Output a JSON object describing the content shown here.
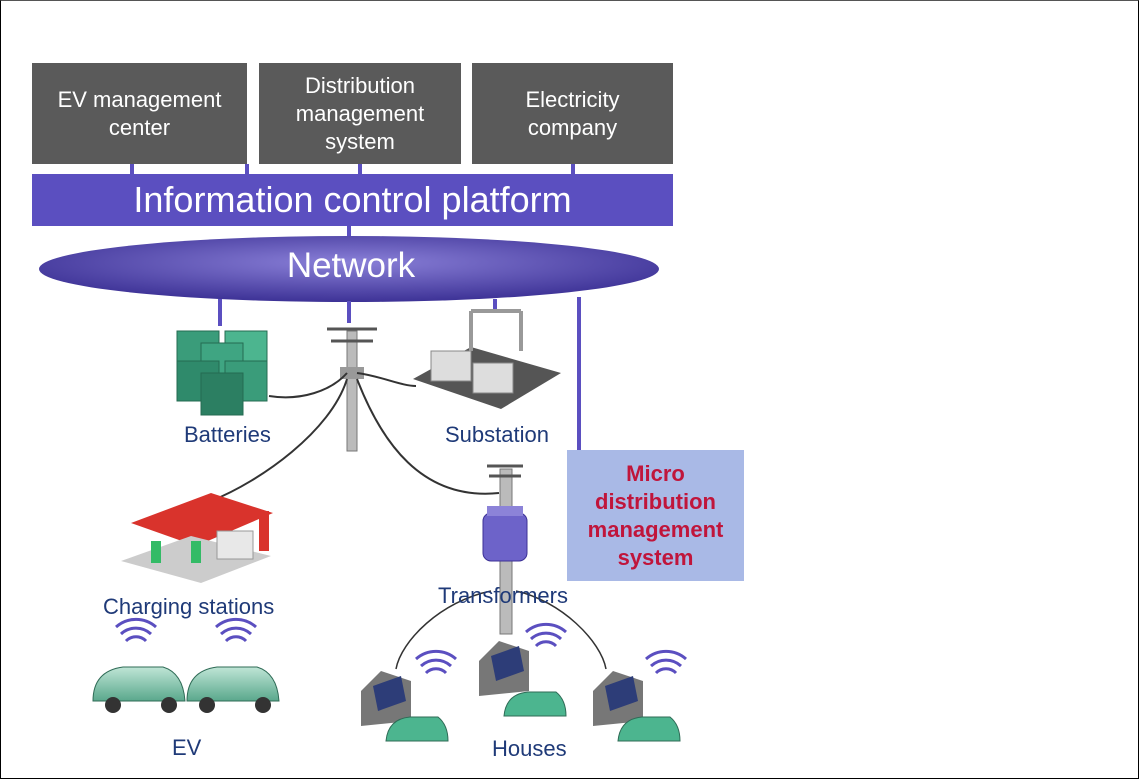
{
  "top_boxes": {
    "ev_center": "EV management center",
    "distribution": "Distribution management system",
    "electricity": "Electricity company"
  },
  "platform": "Information control platform",
  "network": "Network",
  "labels": {
    "batteries": "Batteries",
    "substation": "Substation",
    "charging_stations": "Charging stations",
    "transformers": "Transformers",
    "ev": "EV",
    "houses": "Houses"
  },
  "micro": "Micro distribution management system",
  "colors": {
    "box": "#5a5a5a",
    "platform": "#5b4fc0",
    "network": "#4b3fa8",
    "micro_bg": "#a9b9e6",
    "micro_text": "#c0153b",
    "label": "#1f3a78"
  }
}
